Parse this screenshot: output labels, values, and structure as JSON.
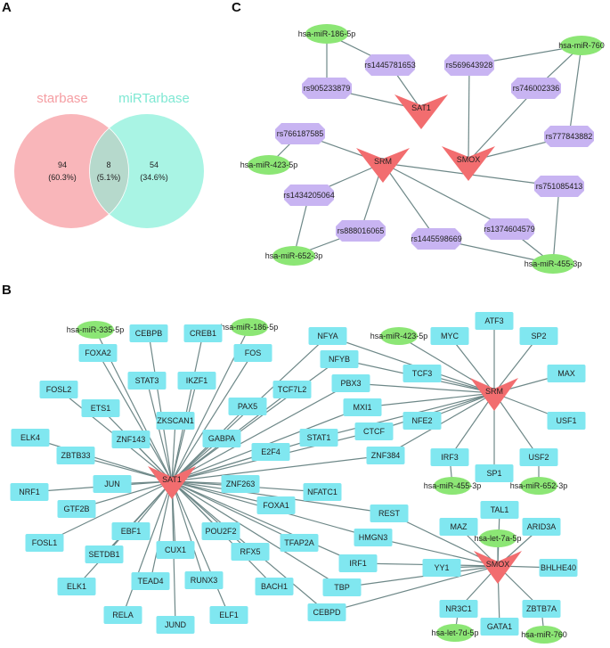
{
  "panel_labels": {
    "a": "A",
    "b": "B",
    "c": "C"
  },
  "colors": {
    "gene": "#f26d6f",
    "tf": "#80e7f0",
    "mirna": "#8ce675",
    "snp": "#c8b4f2",
    "edge": "#6e8888",
    "set_left": "#f9b6ba",
    "set_right": "#a9f4e4",
    "overlap": "#b6d9cc"
  },
  "venn": {
    "sets": [
      {
        "name": "starbase",
        "color": "#f59ea3"
      },
      {
        "name": "miRTarbase",
        "color": "#7ee8d3"
      }
    ],
    "regions": [
      {
        "count": "94",
        "percent": "(60.3%)"
      },
      {
        "count": "8",
        "percent": "(5.1%)"
      },
      {
        "count": "54",
        "percent": "(34.6%)"
      }
    ]
  },
  "network_b": {
    "nodes": [
      {
        "id": "SAT1",
        "type": "gene"
      },
      {
        "id": "SRM",
        "type": "gene"
      },
      {
        "id": "SMOX",
        "type": "gene"
      },
      {
        "id": "hsa-miR-335-5p",
        "type": "mirna"
      },
      {
        "id": "hsa-miR-186-5p",
        "type": "mirna"
      },
      {
        "id": "hsa-miR-423-5p",
        "type": "mirna"
      },
      {
        "id": "hsa-miR-455-3p",
        "type": "mirna"
      },
      {
        "id": "hsa-miR-652-3p",
        "type": "mirna"
      },
      {
        "id": "hsa-let-7a-5p",
        "type": "mirna"
      },
      {
        "id": "hsa-let-7d-5p",
        "type": "mirna"
      },
      {
        "id": "hsa-miR-760",
        "type": "mirna"
      },
      {
        "id": "CEBPB",
        "type": "tf"
      },
      {
        "id": "CREB1",
        "type": "tf"
      },
      {
        "id": "FOXA2",
        "type": "tf"
      },
      {
        "id": "FOS",
        "type": "tf"
      },
      {
        "id": "STAT3",
        "type": "tf"
      },
      {
        "id": "IKZF1",
        "type": "tf"
      },
      {
        "id": "FOSL2",
        "type": "tf"
      },
      {
        "id": "ETS1",
        "type": "tf"
      },
      {
        "id": "TCF7L2",
        "type": "tf"
      },
      {
        "id": "PAX5",
        "type": "tf"
      },
      {
        "id": "ZKSCAN1",
        "type": "tf"
      },
      {
        "id": "ELK4",
        "type": "tf"
      },
      {
        "id": "ZNF143",
        "type": "tf"
      },
      {
        "id": "GABPA",
        "type": "tf"
      },
      {
        "id": "ZBTB33",
        "type": "tf"
      },
      {
        "id": "E2F4",
        "type": "tf"
      },
      {
        "id": "NFYA",
        "type": "tf"
      },
      {
        "id": "MYC",
        "type": "tf"
      },
      {
        "id": "ATF3",
        "type": "tf"
      },
      {
        "id": "SP2",
        "type": "tf"
      },
      {
        "id": "NFYB",
        "type": "tf"
      },
      {
        "id": "TCF3",
        "type": "tf"
      },
      {
        "id": "MAX",
        "type": "tf"
      },
      {
        "id": "PBX3",
        "type": "tf"
      },
      {
        "id": "MXI1",
        "type": "tf"
      },
      {
        "id": "NFE2",
        "type": "tf"
      },
      {
        "id": "USF1",
        "type": "tf"
      },
      {
        "id": "STAT1",
        "type": "tf"
      },
      {
        "id": "CTCF",
        "type": "tf"
      },
      {
        "id": "ZNF384",
        "type": "tf"
      },
      {
        "id": "IRF3",
        "type": "tf"
      },
      {
        "id": "USF2",
        "type": "tf"
      },
      {
        "id": "SP1",
        "type": "tf"
      },
      {
        "id": "NFATC1",
        "type": "tf"
      },
      {
        "id": "REST",
        "type": "tf"
      },
      {
        "id": "TAL1",
        "type": "tf"
      },
      {
        "id": "MAZ",
        "type": "tf"
      },
      {
        "id": "ARID3A",
        "type": "tf"
      },
      {
        "id": "HMGN3",
        "type": "tf"
      },
      {
        "id": "TFAP2A",
        "type": "tf"
      },
      {
        "id": "IRF1",
        "type": "tf"
      },
      {
        "id": "YY1",
        "type": "tf"
      },
      {
        "id": "BHLHE40",
        "type": "tf"
      },
      {
        "id": "TBP",
        "type": "tf"
      },
      {
        "id": "CEBPD",
        "type": "tf"
      },
      {
        "id": "NR3C1",
        "type": "tf"
      },
      {
        "id": "ZBTB7A",
        "type": "tf"
      },
      {
        "id": "GATA1",
        "type": "tf"
      },
      {
        "id": "NRF1",
        "type": "tf"
      },
      {
        "id": "JUN",
        "type": "tf"
      },
      {
        "id": "ZNF263",
        "type": "tf"
      },
      {
        "id": "GTF2B",
        "type": "tf"
      },
      {
        "id": "FOXA1",
        "type": "tf"
      },
      {
        "id": "FOSL1",
        "type": "tf"
      },
      {
        "id": "EBF1",
        "type": "tf"
      },
      {
        "id": "POU2F2",
        "type": "tf"
      },
      {
        "id": "CUX1",
        "type": "tf"
      },
      {
        "id": "RFX5",
        "type": "tf"
      },
      {
        "id": "SETDB1",
        "type": "tf"
      },
      {
        "id": "ELK1",
        "type": "tf"
      },
      {
        "id": "TEAD4",
        "type": "tf"
      },
      {
        "id": "RUNX3",
        "type": "tf"
      },
      {
        "id": "BACH1",
        "type": "tf"
      },
      {
        "id": "RELA",
        "type": "tf"
      },
      {
        "id": "JUND",
        "type": "tf"
      },
      {
        "id": "ELF1",
        "type": "tf"
      }
    ],
    "edges": [
      [
        "SAT1",
        "hsa-miR-335-5p"
      ],
      [
        "SAT1",
        "hsa-miR-186-5p"
      ],
      [
        "SAT1",
        "CEBPB"
      ],
      [
        "SAT1",
        "CREB1"
      ],
      [
        "SAT1",
        "FOXA2"
      ],
      [
        "SAT1",
        "FOS"
      ],
      [
        "SAT1",
        "STAT3"
      ],
      [
        "SAT1",
        "IKZF1"
      ],
      [
        "SAT1",
        "FOSL2"
      ],
      [
        "SAT1",
        "ETS1"
      ],
      [
        "SAT1",
        "TCF7L2"
      ],
      [
        "SAT1",
        "PAX5"
      ],
      [
        "SAT1",
        "ZKSCAN1"
      ],
      [
        "SAT1",
        "ELK4"
      ],
      [
        "SAT1",
        "ZNF143"
      ],
      [
        "SAT1",
        "GABPA"
      ],
      [
        "SAT1",
        "ZBTB33"
      ],
      [
        "SAT1",
        "E2F4"
      ],
      [
        "SAT1",
        "NFYA"
      ],
      [
        "SAT1",
        "NFYB"
      ],
      [
        "SAT1",
        "PBX3"
      ],
      [
        "SAT1",
        "MXI1"
      ],
      [
        "SAT1",
        "STAT1"
      ],
      [
        "SAT1",
        "CTCF"
      ],
      [
        "SAT1",
        "ZNF384"
      ],
      [
        "SAT1",
        "NFATC1"
      ],
      [
        "SAT1",
        "REST"
      ],
      [
        "SAT1",
        "HMGN3"
      ],
      [
        "SAT1",
        "TFAP2A"
      ],
      [
        "SAT1",
        "IRF1"
      ],
      [
        "SAT1",
        "TBP"
      ],
      [
        "SAT1",
        "CEBPD"
      ],
      [
        "SAT1",
        "NRF1"
      ],
      [
        "SAT1",
        "JUN"
      ],
      [
        "SAT1",
        "ZNF263"
      ],
      [
        "SAT1",
        "GTF2B"
      ],
      [
        "SAT1",
        "FOXA1"
      ],
      [
        "SAT1",
        "FOSL1"
      ],
      [
        "SAT1",
        "EBF1"
      ],
      [
        "SAT1",
        "POU2F2"
      ],
      [
        "SAT1",
        "CUX1"
      ],
      [
        "SAT1",
        "RFX5"
      ],
      [
        "SAT1",
        "SETDB1"
      ],
      [
        "SAT1",
        "ELK1"
      ],
      [
        "SAT1",
        "TEAD4"
      ],
      [
        "SAT1",
        "RUNX3"
      ],
      [
        "SAT1",
        "BACH1"
      ],
      [
        "SAT1",
        "RELA"
      ],
      [
        "SAT1",
        "JUND"
      ],
      [
        "SAT1",
        "ELF1"
      ],
      [
        "SRM",
        "NFYA"
      ],
      [
        "SRM",
        "NFYB"
      ],
      [
        "SRM",
        "TCF3"
      ],
      [
        "SRM",
        "PBX3"
      ],
      [
        "SRM",
        "MXI1"
      ],
      [
        "SRM",
        "NFE2"
      ],
      [
        "SRM",
        "CTCF"
      ],
      [
        "SRM",
        "STAT1"
      ],
      [
        "SRM",
        "ZNF384"
      ],
      [
        "SRM",
        "hsa-miR-423-5p"
      ],
      [
        "SRM",
        "MYC"
      ],
      [
        "SRM",
        "ATF3"
      ],
      [
        "SRM",
        "SP2"
      ],
      [
        "SRM",
        "MAX"
      ],
      [
        "SRM",
        "USF1"
      ],
      [
        "SRM",
        "USF2"
      ],
      [
        "SRM",
        "SP1"
      ],
      [
        "SRM",
        "IRF3"
      ],
      [
        "IRF3",
        "hsa-miR-455-3p"
      ],
      [
        "USF2",
        "hsa-miR-652-3p"
      ],
      [
        "SMOX",
        "REST"
      ],
      [
        "SMOX",
        "HMGN3"
      ],
      [
        "SMOX",
        "IRF1"
      ],
      [
        "SMOX",
        "YY1"
      ],
      [
        "SMOX",
        "TBP"
      ],
      [
        "SMOX",
        "CEBPD"
      ],
      [
        "SMOX",
        "MAZ"
      ],
      [
        "SMOX",
        "TAL1"
      ],
      [
        "SMOX",
        "ARID3A"
      ],
      [
        "SMOX",
        "hsa-let-7a-5p"
      ],
      [
        "SMOX",
        "BHLHE40"
      ],
      [
        "SMOX",
        "NR3C1"
      ],
      [
        "SMOX",
        "GATA1"
      ],
      [
        "SMOX",
        "ZBTB7A"
      ],
      [
        "NR3C1",
        "hsa-let-7d-5p"
      ],
      [
        "ZBTB7A",
        "hsa-miR-760"
      ]
    ]
  },
  "network_c": {
    "nodes": [
      {
        "id": "SAT1",
        "type": "gene"
      },
      {
        "id": "SRM",
        "type": "gene"
      },
      {
        "id": "SMOX",
        "type": "gene"
      },
      {
        "id": "hsa-miR-186-5p",
        "type": "mirna"
      },
      {
        "id": "hsa-miR-760",
        "type": "mirna"
      },
      {
        "id": "hsa-miR-423-5p",
        "type": "mirna"
      },
      {
        "id": "hsa-miR-652-3p",
        "type": "mirna"
      },
      {
        "id": "hsa-miR-455-3p",
        "type": "mirna"
      },
      {
        "id": "rs1445781653",
        "type": "snp"
      },
      {
        "id": "rs905233879",
        "type": "snp"
      },
      {
        "id": "rs569643928",
        "type": "snp"
      },
      {
        "id": "rs746002336",
        "type": "snp"
      },
      {
        "id": "rs777843882",
        "type": "snp"
      },
      {
        "id": "rs766187585",
        "type": "snp"
      },
      {
        "id": "rs1434205064",
        "type": "snp"
      },
      {
        "id": "rs888016065",
        "type": "snp"
      },
      {
        "id": "rs1445598669",
        "type": "snp"
      },
      {
        "id": "rs1374604579",
        "type": "snp"
      },
      {
        "id": "rs751085413",
        "type": "snp"
      }
    ],
    "edges": [
      [
        "hsa-miR-186-5p",
        "rs1445781653"
      ],
      [
        "hsa-miR-186-5p",
        "rs905233879"
      ],
      [
        "rs1445781653",
        "SAT1"
      ],
      [
        "rs905233879",
        "SAT1"
      ],
      [
        "hsa-miR-760",
        "rs569643928"
      ],
      [
        "hsa-miR-760",
        "rs746002336"
      ],
      [
        "hsa-miR-760",
        "rs777843882"
      ],
      [
        "rs569643928",
        "SMOX"
      ],
      [
        "rs746002336",
        "SMOX"
      ],
      [
        "rs777843882",
        "SMOX"
      ],
      [
        "rs766187585",
        "hsa-miR-423-5p"
      ],
      [
        "rs766187585",
        "SRM"
      ],
      [
        "SRM",
        "rs1434205064"
      ],
      [
        "SRM",
        "rs888016065"
      ],
      [
        "SRM",
        "rs1445598669"
      ],
      [
        "SRM",
        "rs1374604579"
      ],
      [
        "SRM",
        "rs751085413"
      ],
      [
        "rs1434205064",
        "hsa-miR-652-3p"
      ],
      [
        "rs888016065",
        "hsa-miR-652-3p"
      ],
      [
        "rs1445598669",
        "hsa-miR-455-3p"
      ],
      [
        "rs1374604579",
        "hsa-miR-455-3p"
      ],
      [
        "rs751085413",
        "hsa-miR-455-3p"
      ]
    ]
  }
}
